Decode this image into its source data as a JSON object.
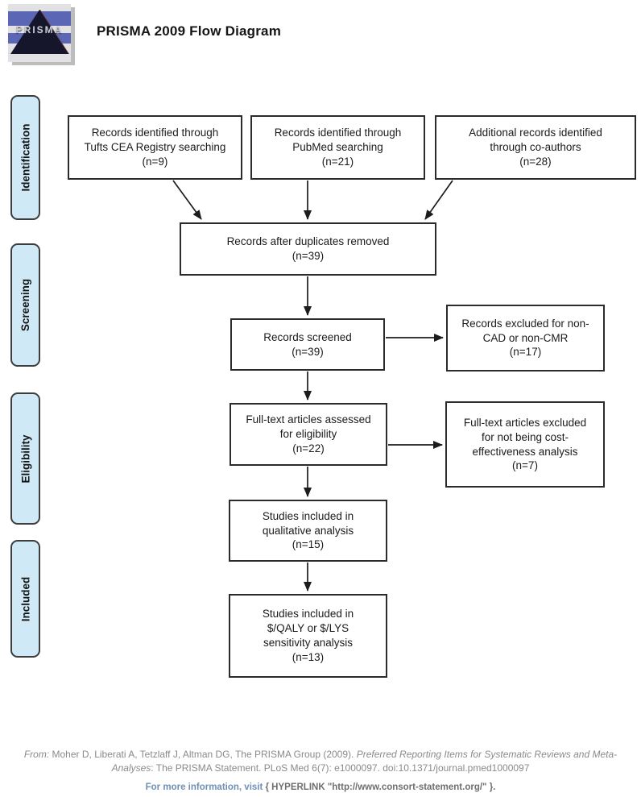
{
  "header": {
    "logo_text": "PRISMA",
    "title": "PRISMA 2009 Flow Diagram"
  },
  "stages": {
    "identification": "Identification",
    "screening": "Screening",
    "eligibility": "Eligibility",
    "included": "Included"
  },
  "flow": {
    "tufts": "Records identified through\nTufts CEA Registry searching\n(n=9)",
    "pubmed": "Records identified through\nPubMed searching\n(n=21)",
    "coauthors": "Additional records identified\nthrough co-authors\n(n=28)",
    "duplicates": "Records after duplicates removed\n(n=39)",
    "screened": "Records screened\n(n=39)",
    "excluded_records": "Records excluded for non-\nCAD or non-CMR\n(n=17)",
    "fulltext": "Full-text articles assessed\nfor eligibility\n(n=22)",
    "excluded_fulltext": "Full-text articles excluded\nfor not being cost-\neffectiveness analysis\n(n=7)",
    "qualitative": "Studies included in\nqualitative analysis\n(n=15)",
    "sensitivity": "Studies included in\n$/QALY or $/LYS\nsensitivity analysis\n(n=13)"
  },
  "footer": {
    "citation_from": "From: ",
    "citation_authors": " Moher D, Liberati A, Tetzlaff J, Altman DG, The PRISMA Group (2009). ",
    "citation_title_italic": "Preferred Reporting Items for Systematic Reviews and Meta-Analyses",
    "citation_rest": ": The PRISMA Statement. PLoS Med 6(7): e1000097. doi:10.1371/journal.pmed1000097",
    "more_info": "For more information, visit ",
    "hyperlink_field": "{ HYPERLINK \"http://www.consort-statement.org/\" }."
  },
  "colors": {
    "stage_fill": "#cfe9f7",
    "box_border": "#2b2b2b",
    "logo_blue": "#5b66b5",
    "logo_triangle": "#15152b",
    "footer_gray": "#8a8a8a",
    "footer_blue": "#6f8fb4"
  }
}
